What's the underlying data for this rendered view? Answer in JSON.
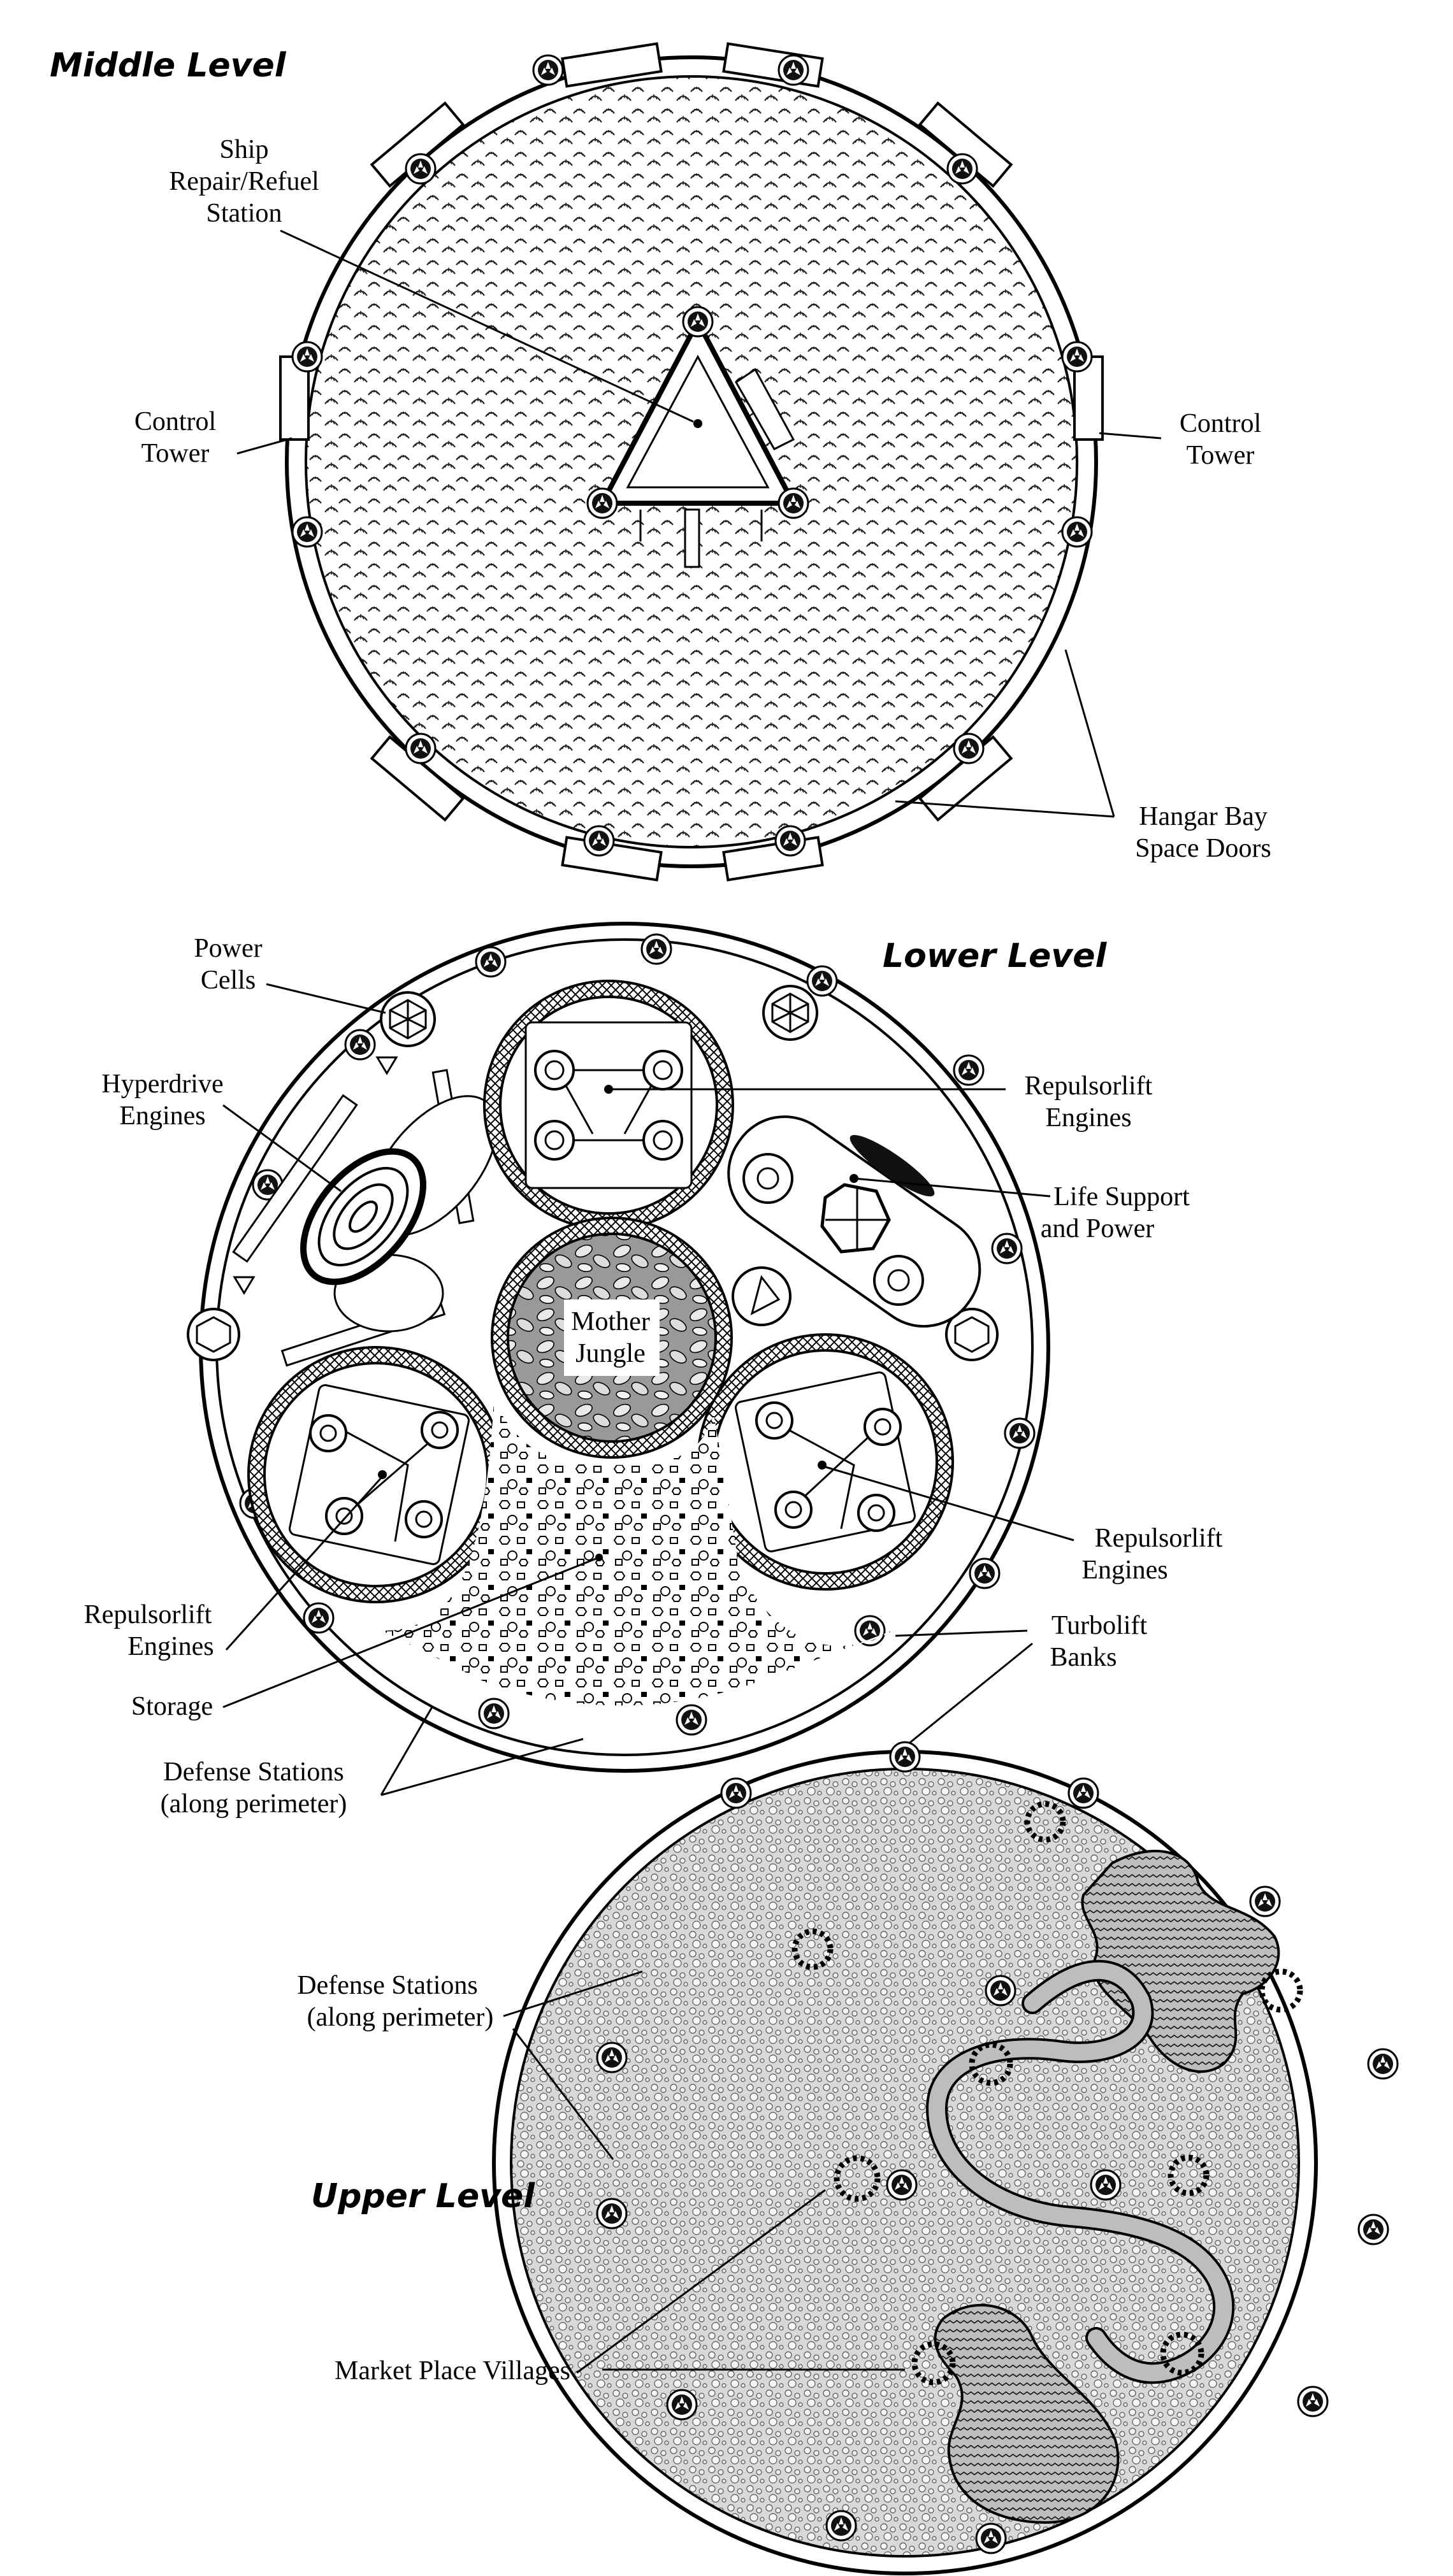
{
  "middle_level": {
    "title": "Middle Level",
    "labels": {
      "repair_1": "Ship",
      "repair_2": "Repair/Refuel",
      "repair_3": "Station",
      "tower_left_1": "Control",
      "tower_left_2": "Tower",
      "tower_right_1": "Control",
      "tower_right_2": "Tower",
      "hangar_1": "Hangar Bay",
      "hangar_2": "Space Doors"
    }
  },
  "lower_level": {
    "title": "Lower Level",
    "labels": {
      "power_1": "Power",
      "power_2": "Cells",
      "hyper_1": "Hyperdrive",
      "hyper_2": "Engines",
      "repulsor_top_1": "Repulsorlift",
      "repulsor_top_2": "Engines",
      "life_1": "Life Support",
      "life_2": "and Power",
      "mother_1": "Mother",
      "mother_2": "Jungle",
      "repulsor_right_1": "Repulsorlift",
      "repulsor_right_2": "Engines",
      "repulsor_left_1": "Repulsorlift",
      "repulsor_left_2": "Engines",
      "turbolift_1": "Turbolift",
      "turbolift_2": "Banks",
      "storage": "Storage",
      "defense_1": "Defense Stations",
      "defense_2": "(along perimeter)"
    }
  },
  "upper_level": {
    "title": "Upper Level",
    "labels": {
      "defense_1": "Defense Stations",
      "defense_2": "(along perimeter)",
      "market": "Market Place Villages"
    }
  }
}
